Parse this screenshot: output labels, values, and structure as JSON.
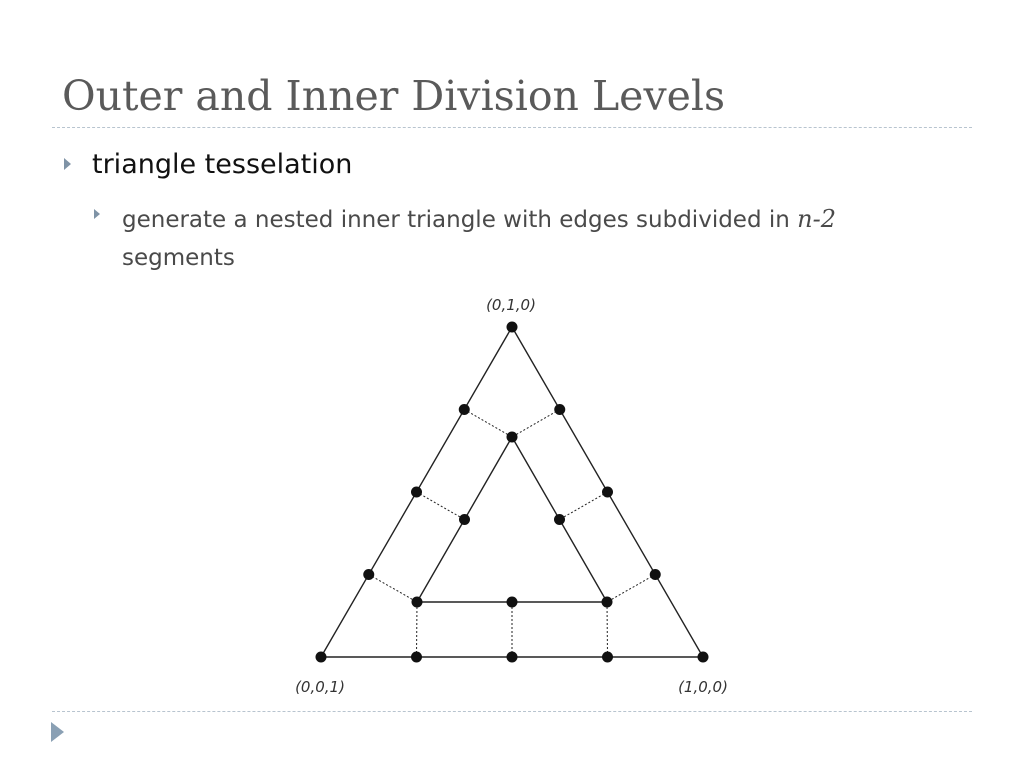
{
  "slide": {
    "title": "Outer and Inner Division Levels",
    "bullets": [
      {
        "text": "triangle tesselation",
        "sub": [
          {
            "text_before": "generate a nested inner triangle with edges subdivided in ",
            "math": "n-2",
            "text_after": " segments"
          }
        ]
      }
    ]
  },
  "diagram": {
    "labels": {
      "top": "(0,1,0)",
      "bottom_left": "(0,0,1)",
      "bottom_right": "(1,0,0)"
    },
    "outer_subdivisions": 4,
    "inner_subdivisions": 2
  },
  "icons": {
    "bullet": "triangle-right-icon",
    "nav": "play-arrow-icon"
  },
  "colors": {
    "title": "#5a5a5a",
    "bullet_marker": "#7f93a6",
    "rule": "#b8c4cf",
    "diagram_stroke": "#222222"
  }
}
